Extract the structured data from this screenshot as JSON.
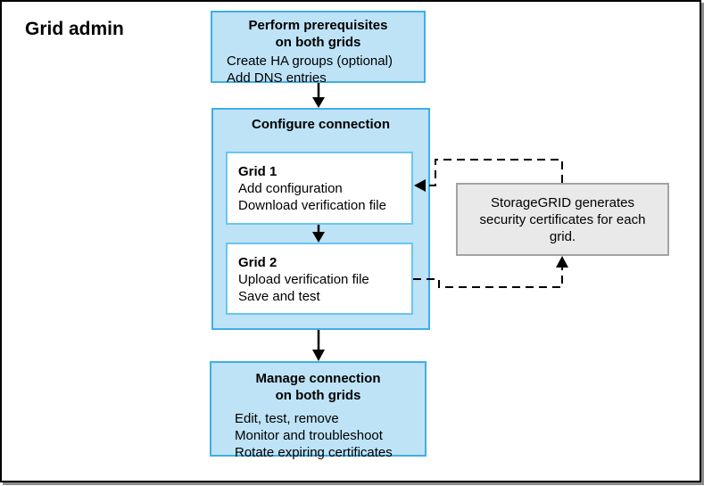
{
  "page": {
    "title": "Grid admin"
  },
  "colors": {
    "box_fill": "#bee3f6",
    "box_border": "#3eafe6",
    "inner_box_border": "#69c6f0",
    "note_fill": "#e9e9e9",
    "note_border": "#a3a3a3",
    "arrow": "#000000",
    "frame_border": "#000000",
    "frame_shadow": "#8c8c8c"
  },
  "diagram": {
    "prerequisites": {
      "title_line1": "Perform prerequisites",
      "title_line2": "on both grids",
      "items": [
        "Create HA groups (optional)",
        "Add DNS entries"
      ]
    },
    "configure": {
      "title": "Configure connection",
      "grid1": {
        "title": "Grid 1",
        "items": [
          "Add configuration",
          "Download verification file"
        ]
      },
      "grid2": {
        "title": "Grid 2",
        "items": [
          "Upload verification file",
          "Save and test"
        ]
      }
    },
    "manage": {
      "title_line1": "Manage connection",
      "title_line2": "on both grids",
      "items": [
        "Edit, test, remove",
        "Monitor and troubleshoot",
        "Rotate expiring certificates"
      ]
    },
    "note": {
      "text": "StorageGRID generates security certificates for each grid."
    }
  }
}
